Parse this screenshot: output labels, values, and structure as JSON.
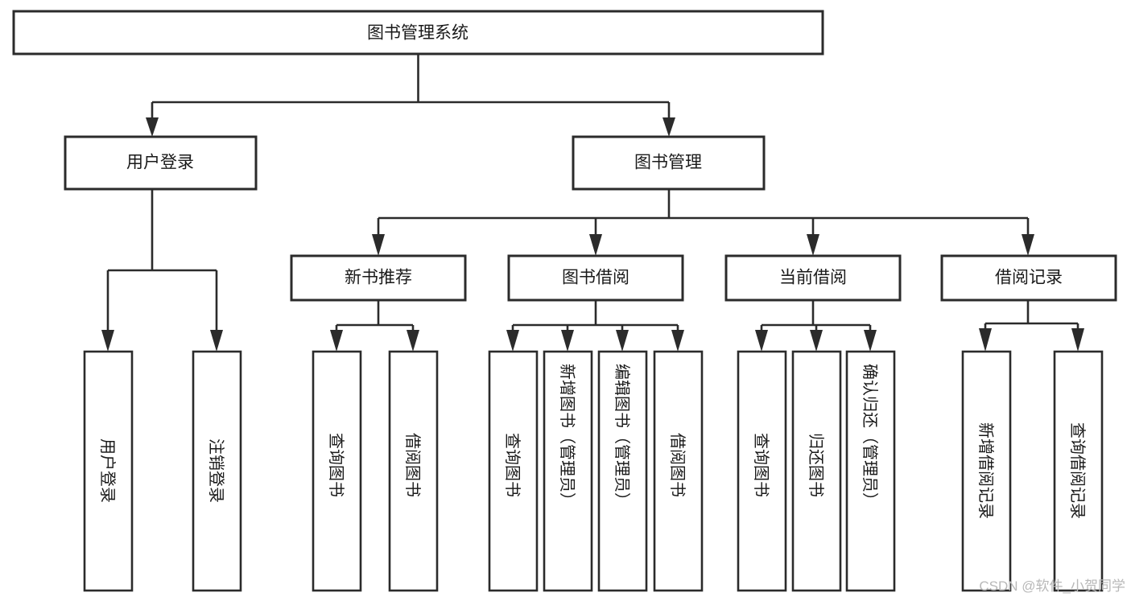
{
  "diagram": {
    "title": "图书管理系统",
    "type": "hierarchy-tree",
    "levels": 4,
    "root": {
      "id": "root",
      "label": "图书管理系统",
      "orientation": "horizontal"
    },
    "level2": [
      {
        "id": "user-login",
        "label": "用户登录",
        "orientation": "horizontal"
      },
      {
        "id": "book-management",
        "label": "图书管理",
        "orientation": "horizontal"
      }
    ],
    "level3": [
      {
        "id": "new-book-recommend",
        "label": "新书推荐",
        "orientation": "horizontal",
        "parent": "book-management"
      },
      {
        "id": "book-borrow",
        "label": "图书借阅",
        "orientation": "horizontal",
        "parent": "book-management"
      },
      {
        "id": "current-borrow",
        "label": "当前借阅",
        "orientation": "horizontal",
        "parent": "book-management"
      },
      {
        "id": "borrow-record",
        "label": "借阅记录",
        "orientation": "horizontal",
        "parent": "book-management"
      }
    ],
    "leaves": {
      "user_login": [
        {
          "id": "leaf-user-login",
          "label": "用户登录",
          "orientation": "vertical"
        },
        {
          "id": "leaf-user-logout",
          "label": "注销登录",
          "orientation": "vertical"
        }
      ],
      "new_book_recommend": [
        {
          "id": "leaf-query-book-1",
          "label": "查询图书",
          "orientation": "vertical"
        },
        {
          "id": "leaf-borrow-book-1",
          "label": "借阅图书",
          "orientation": "vertical"
        }
      ],
      "book_borrow": [
        {
          "id": "leaf-query-book-2",
          "label": "查询图书",
          "orientation": "vertical"
        },
        {
          "id": "leaf-add-book",
          "label": "新增图书（管理员）",
          "orientation": "vertical"
        },
        {
          "id": "leaf-edit-book",
          "label": "编辑图书（管理员）",
          "orientation": "vertical"
        },
        {
          "id": "leaf-borrow-book-2",
          "label": "借阅图书",
          "orientation": "vertical"
        }
      ],
      "current_borrow": [
        {
          "id": "leaf-query-book-3",
          "label": "查询图书",
          "orientation": "vertical"
        },
        {
          "id": "leaf-return-book",
          "label": "归还图书",
          "orientation": "vertical"
        },
        {
          "id": "leaf-confirm-return",
          "label": "确认归还（管理员）",
          "orientation": "vertical"
        }
      ],
      "borrow_record": [
        {
          "id": "leaf-add-record",
          "label": "新增借阅记录",
          "orientation": "vertical"
        },
        {
          "id": "leaf-query-record",
          "label": "查询借阅记录",
          "orientation": "vertical"
        }
      ]
    },
    "colors": {
      "stroke": "#2b2b2b",
      "fill": "#ffffff",
      "text": "#1a1a1a",
      "watermark": "#b8b8b8",
      "background": "#ffffff"
    }
  },
  "watermark": {
    "text": "CSDN @软件_小贺同学"
  }
}
